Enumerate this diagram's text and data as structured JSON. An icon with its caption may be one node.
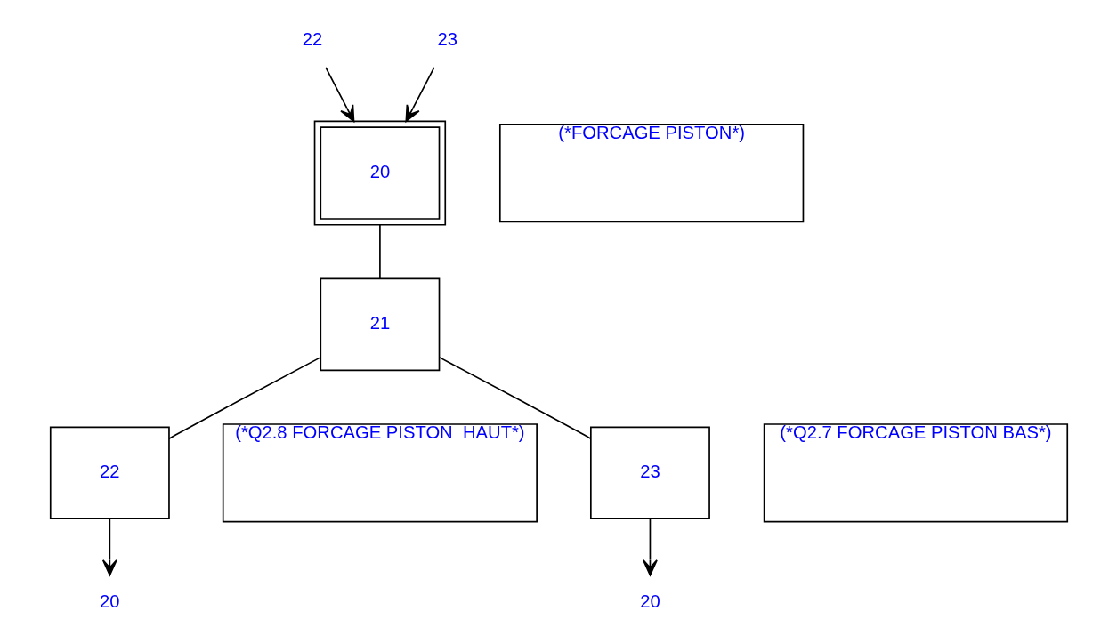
{
  "diagram": {
    "nodes": [
      {
        "text": [
          "22"
        ]
      },
      {
        "text": [
          "23"
        ]
      },
      {
        "text": [
          "(*FORCAGE PISTON*)"
        ]
      },
      {
        "text": [
          "20"
        ]
      },
      {
        "text": [
          "21"
        ]
      },
      {
        "text": [
          "22"
        ]
      },
      {
        "text": [
          "(*Q2.8 FORCAGE PISTON  HAUT*)"
        ]
      },
      {
        "text": [
          "23"
        ]
      },
      {
        "text": [
          "(*Q2.7 FORCAGE PISTON BAS*)"
        ]
      },
      {
        "text": [
          "20"
        ]
      },
      {
        "text": [
          "20"
        ]
      }
    ],
    "edges": [
      {
        "from": 0,
        "to": 3,
        "arrow": "to"
      },
      {
        "from": 1,
        "to": 3,
        "arrow": "to"
      },
      {
        "from": 3,
        "to": 4,
        "arrow": "none"
      },
      {
        "from": 4,
        "to": 5,
        "arrow": "none"
      },
      {
        "from": 4,
        "to": 7,
        "arrow": "none"
      },
      {
        "from": 5,
        "to": 9,
        "arrow": "to"
      },
      {
        "from": 7,
        "to": 10,
        "arrow": "to"
      }
    ]
  }
}
